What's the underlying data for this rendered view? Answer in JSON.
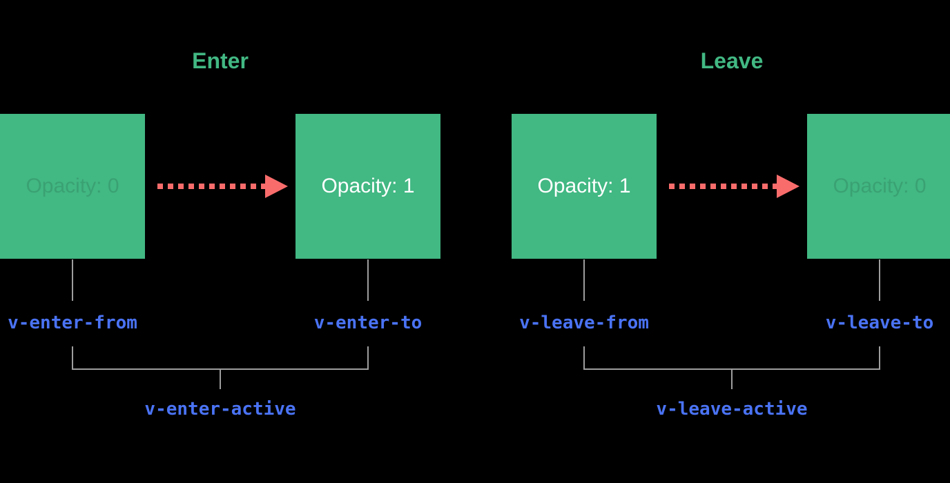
{
  "colors": {
    "background": "#000000",
    "green": "#42b883",
    "red": "#f96c6c",
    "blue": "#4a73f4",
    "gray": "#9e9e9e",
    "white": "#ffffff"
  },
  "enter": {
    "title": "Enter",
    "from_box": {
      "label": "Opacity: 0"
    },
    "to_box": {
      "label": "Opacity: 1"
    },
    "from_class": "v-enter-from",
    "to_class": "v-enter-to",
    "active_class": "v-enter-active"
  },
  "leave": {
    "title": "Leave",
    "from_box": {
      "label": "Opacity: 1"
    },
    "to_box": {
      "label": "Opacity: 0"
    },
    "from_class": "v-leave-from",
    "to_class": "v-leave-to",
    "active_class": "v-leave-active"
  }
}
